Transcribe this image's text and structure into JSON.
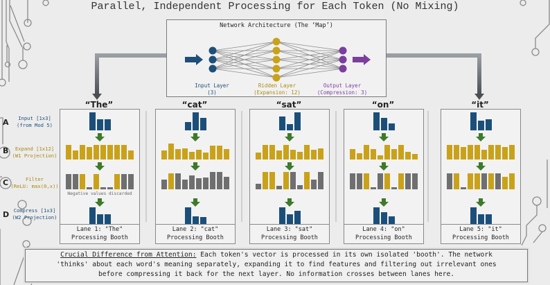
{
  "title": "Parallel, Independent Processing for Each Token (No Mixing)",
  "architecture": {
    "title": "Network Architecture (The ‘Map’)",
    "layers": [
      {
        "name": "Input Layer",
        "sub": "(3)",
        "nodes": 3,
        "color": "#1f4e79"
      },
      {
        "name": "Ridden Layer",
        "sub": "(Expansion: 12)",
        "nodes": 5,
        "color": "#c9a21a"
      },
      {
        "name": "Output Layer",
        "sub": "(Compression: 3)",
        "nodes": 3,
        "color": "#7b3f9e"
      }
    ],
    "input_arrow_color": "#1f4e79",
    "output_arrow_color": "#7b3f9e"
  },
  "rows": [
    {
      "letter": "A",
      "label1": "Input [1x3]",
      "label2": "(from Mod 5)",
      "color": "#1f4e79"
    },
    {
      "letter": "B",
      "label1": "Expand [1x12]",
      "label2": "(W1 Projection)",
      "color": "#b8960f"
    },
    {
      "letter": "C",
      "label1": "Filter",
      "label2": "(ReLU: max(0,x))",
      "color": "#b8960f"
    },
    {
      "letter": "D",
      "label1": "Compress [1x3]",
      "label2": "(W2 Projection)",
      "color": "#1f4e79"
    }
  ],
  "colors": {
    "input": "#1b4f7a",
    "expand": "#c9a21a",
    "filter_active": "#c9a21a",
    "filter_discarded": "#6f6f6f",
    "arrow": "#3d7a2a"
  },
  "filter_note": "Negative values discarded",
  "lanes": [
    {
      "word": "“The”",
      "footer1": "Lane 1: \"The\"",
      "footer2": "Processing Booth",
      "input": [
        1.0,
        0.6,
        0.6
      ],
      "expand": [
        0.85,
        0.5,
        0.85,
        0.7,
        0.85,
        0.85,
        0.85,
        0.85,
        0.85,
        0.5
      ],
      "filter": [
        {
          "v": 0.85,
          "a": false
        },
        {
          "v": 0.85,
          "a": false
        },
        {
          "v": 0.85,
          "a": true
        },
        {
          "v": 0.12,
          "a": false
        },
        {
          "v": 0.85,
          "a": true
        },
        {
          "v": 0.12,
          "a": false
        },
        {
          "v": 0.12,
          "a": false
        },
        {
          "v": 0.85,
          "a": true
        },
        {
          "v": 0.85,
          "a": false
        },
        {
          "v": 0.85,
          "a": false
        }
      ],
      "output": [
        1.0,
        0.6,
        0.6
      ]
    },
    {
      "word": "“cat”",
      "footer1": "Lane 2: \"cat\"",
      "footer2": "Processing Booth",
      "input": [
        0.45,
        1.0,
        0.7
      ],
      "expand": [
        0.5,
        0.9,
        0.6,
        0.65,
        0.45,
        0.55,
        0.4,
        0.8,
        0.8,
        0.6
      ],
      "filter": [
        {
          "v": 0.55,
          "a": false
        },
        {
          "v": 0.9,
          "a": true
        },
        {
          "v": 0.9,
          "a": false
        },
        {
          "v": 0.55,
          "a": false
        },
        {
          "v": 0.75,
          "a": false
        },
        {
          "v": 0.6,
          "a": false
        },
        {
          "v": 0.65,
          "a": false
        },
        {
          "v": 0.95,
          "a": false
        },
        {
          "v": 0.95,
          "a": false
        },
        {
          "v": 0.7,
          "a": false
        }
      ],
      "output": [
        1.0,
        0.45,
        0.4
      ]
    },
    {
      "word": "“sat”",
      "footer1": "Lane 3: \"sat\"",
      "footer2": "Processing Booth",
      "input": [
        0.75,
        0.35,
        1.0
      ],
      "expand": [
        0.4,
        0.85,
        0.85,
        0.5,
        0.85,
        0.55,
        0.45,
        0.85,
        0.55,
        0.65
      ],
      "filter": [
        {
          "v": 0.3,
          "a": false
        },
        {
          "v": 0.95,
          "a": true
        },
        {
          "v": 0.95,
          "a": true
        },
        {
          "v": 0.18,
          "a": false
        },
        {
          "v": 0.95,
          "a": true
        },
        {
          "v": 0.95,
          "a": false
        },
        {
          "v": 0.22,
          "a": false
        },
        {
          "v": 0.95,
          "a": true
        },
        {
          "v": 0.55,
          "a": false
        },
        {
          "v": 0.95,
          "a": false
        }
      ],
      "output": [
        1.0,
        0.6,
        0.8
      ]
    },
    {
      "word": "“on”",
      "footer1": "Lane 4: \"on\"",
      "footer2": "Processing Booth",
      "input": [
        1.0,
        0.7,
        0.4
      ],
      "expand": [
        0.6,
        0.35,
        0.85,
        0.6,
        0.25,
        0.85,
        0.6,
        0.85,
        0.45,
        0.3
      ],
      "filter": [
        {
          "v": 0.9,
          "a": false
        },
        {
          "v": 0.9,
          "a": false
        },
        {
          "v": 0.9,
          "a": true
        },
        {
          "v": 0.1,
          "a": false
        },
        {
          "v": 0.9,
          "a": false
        },
        {
          "v": 0.9,
          "a": true
        },
        {
          "v": 0.1,
          "a": false
        },
        {
          "v": 0.9,
          "a": true
        },
        {
          "v": 0.9,
          "a": false
        },
        {
          "v": 0.9,
          "a": false
        }
      ],
      "output": [
        1.0,
        0.7,
        0.45
      ]
    },
    {
      "word": "“it”",
      "footer1": "Lane 5: \"it\"",
      "footer2": "Processing Booth",
      "input": [
        1.0,
        0.55,
        0.6
      ],
      "expand": [
        0.85,
        0.85,
        0.7,
        0.85,
        0.85,
        0.55,
        0.85,
        0.85,
        0.7,
        0.85
      ],
      "filter": [
        {
          "v": 0.9,
          "a": false
        },
        {
          "v": 0.9,
          "a": true
        },
        {
          "v": 0.1,
          "a": false
        },
        {
          "v": 0.9,
          "a": true
        },
        {
          "v": 0.9,
          "a": true
        },
        {
          "v": 0.9,
          "a": false
        },
        {
          "v": 0.9,
          "a": true
        },
        {
          "v": 0.9,
          "a": false
        },
        {
          "v": 0.7,
          "a": true
        },
        {
          "v": 0.9,
          "a": true
        }
      ],
      "output": [
        1.0,
        0.6,
        0.6
      ]
    }
  ],
  "note": {
    "heading": "Crucial Difference from Attention:",
    "line1": " Each token's vector is processed in its own isolated 'booth'. The network",
    "line2": "'thinks' about each word's meaning separately, expanding it to find features and filtering out irrelevant ones",
    "line3": "before compressing it back for the next layer. No information crosses between lanes here."
  }
}
